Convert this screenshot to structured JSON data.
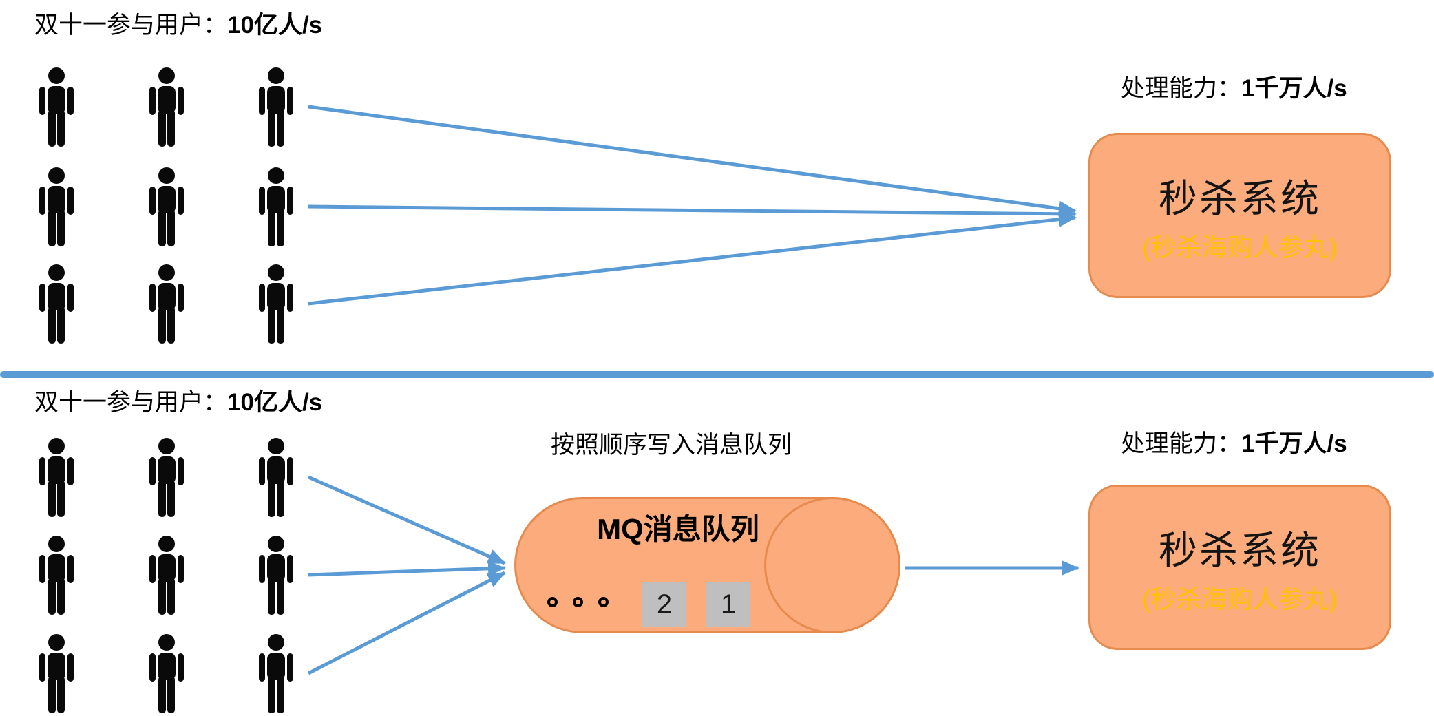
{
  "colors": {
    "accent_blue": "#5B9BD5",
    "box_fill": "#FCAB7C",
    "box_stroke": "#E78A4E",
    "subtitle_yellow": "#FFC000",
    "queue_item_gray": "#BFBFBF",
    "person_black": "#0a0a0a"
  },
  "top": {
    "users_prefix": "双十一参与用户：",
    "users_value": "10亿人/s",
    "capacity_prefix": "处理能力：",
    "capacity_value": "1千万人/s",
    "system_box": {
      "title": "秒杀系统",
      "subtitle": "(秒杀海购人参丸)"
    }
  },
  "bottom": {
    "users_prefix": "双十一参与用户：",
    "users_value": "10亿人/s",
    "capacity_prefix": "处理能力：",
    "capacity_value": "1千万人/s",
    "queue_note": "按照顺序写入消息队列",
    "queue": {
      "title": "MQ消息队列",
      "ellipsis_icon": "ellipsis-dots",
      "items": [
        "2",
        "1"
      ]
    },
    "system_box": {
      "title": "秒杀系统",
      "subtitle": "(秒杀海购人参丸)"
    }
  }
}
